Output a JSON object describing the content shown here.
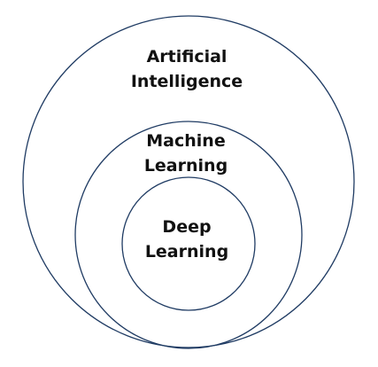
{
  "diagram": {
    "stroke_color": "#1f3b63",
    "text_color": "#111111",
    "outer": {
      "line1": "Artificial",
      "line2": "Intelligence"
    },
    "middle": {
      "line1": "Machine",
      "line2": "Learning"
    },
    "inner": {
      "line1": "Deep",
      "line2": "Learning"
    }
  }
}
